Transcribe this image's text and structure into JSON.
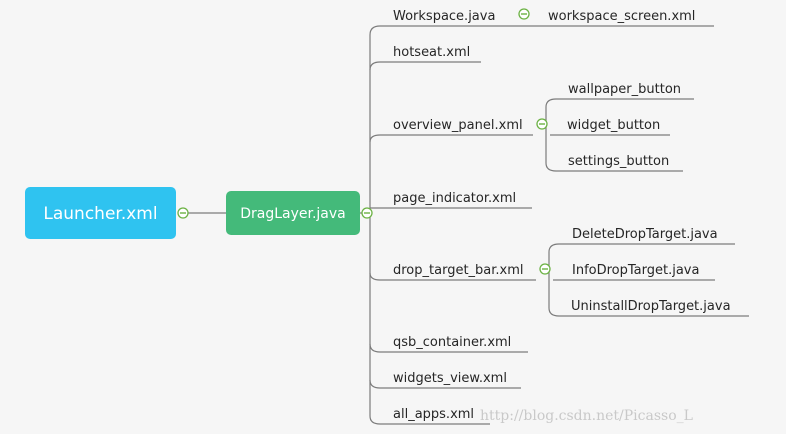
{
  "root": {
    "label": "Launcher.xml",
    "color": "#2fc3f0"
  },
  "hub": {
    "label": "DragLayer.java",
    "color": "#44ba7a"
  },
  "branches": [
    {
      "label": "Workspace.java",
      "children": [
        "workspace_screen.xml"
      ]
    },
    {
      "label": "hotseat.xml",
      "children": []
    },
    {
      "label": "overview_panel.xml",
      "children": [
        "wallpaper_button",
        "widget_button",
        "settings_button"
      ]
    },
    {
      "label": "page_indicator.xml",
      "children": []
    },
    {
      "label": "drop_target_bar.xml",
      "children": [
        "DeleteDropTarget.java",
        "InfoDropTarget.java",
        "UninstallDropTarget.java"
      ]
    },
    {
      "label": "qsb_container.xml",
      "children": []
    },
    {
      "label": "widgets_view.xml",
      "children": []
    },
    {
      "label": "all_apps.xml",
      "children": []
    }
  ],
  "watermark": "http://blog.csdn.net/Picasso_L",
  "icons": {
    "collapse_toggle": "circle-minus-icon"
  },
  "colors": {
    "toggle": "#6cb244",
    "line": "#7c7c7c",
    "background": "#f6f6f6"
  }
}
